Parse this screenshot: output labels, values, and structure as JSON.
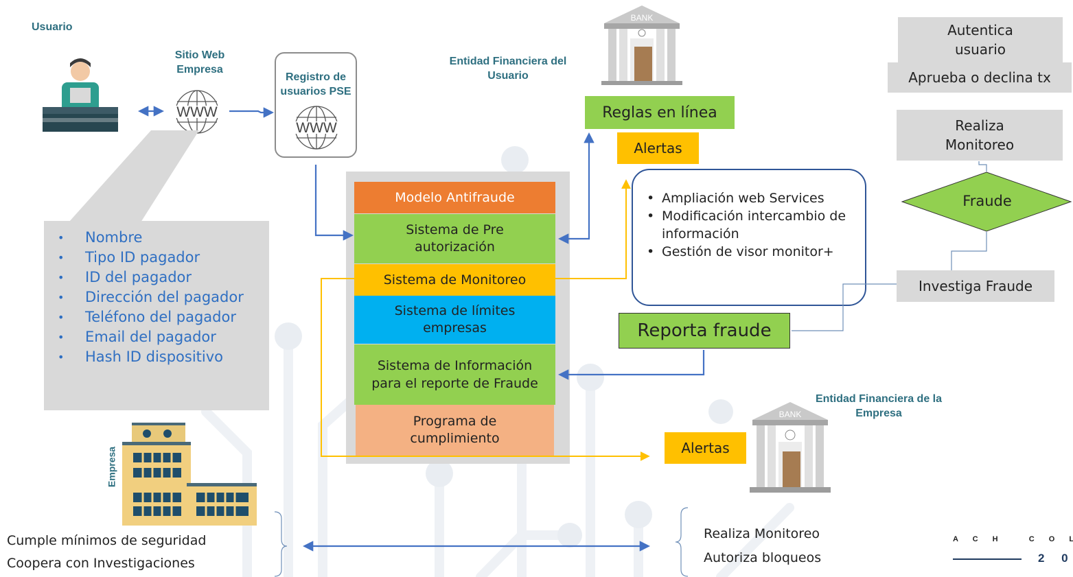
{
  "headers": {
    "usuario": "Usuario",
    "sitio_web": "Sitio Web Empresa",
    "registro": "Registro de usuarios PSE",
    "entidad_usuario": "Entidad Financiera del Usuario",
    "entidad_empresa": "Entidad Financiera de la Empresa",
    "empresa": "Empresa"
  },
  "icons": {
    "www_label": "WWW",
    "bank_label": "BANK"
  },
  "payer_fields": [
    "Nombre",
    "Tipo ID pagador",
    "ID del pagador",
    "Dirección del pagador",
    "Teléfono del pagador",
    "Email del pagador",
    "Hash ID dispositivo"
  ],
  "antifraud": {
    "modelo": "Modelo Antifraude",
    "pre_autorizacion": "Sistema de Pre autorización",
    "monitoreo": "Sistema de Monitoreo",
    "limites": "Sistema de límites empresas",
    "informacion": "Sistema de Información para el reporte de Fraude",
    "cumplimiento": "Programa de cumplimiento"
  },
  "bank_user": {
    "reglas": "Reglas en línea",
    "alertas": "Alertas"
  },
  "services": [
    "Ampliación web Services",
    "Modificación intercambio de información",
    "Gestión de visor monitor+"
  ],
  "reporta_fraude": "Reporta fraude",
  "alertas_empresa": "Alertas",
  "flow": {
    "autentica": "Autentica usuario",
    "aprueba": "Aprueba o declina tx",
    "realiza_monitoreo": "Realiza Monitoreo",
    "fraude": "Fraude",
    "investiga": "Investiga Fraude"
  },
  "bottom_left": [
    "Cumple mínimos de seguridad",
    "Coopera con Investigaciones"
  ],
  "bottom_right": [
    "Realiza Monitoreo",
    "Autoriza bloqueos"
  ],
  "brand": {
    "text": "A C H   C O L O",
    "year": "2 0"
  },
  "colors": {
    "orange": "#ed7d31",
    "green": "#92d050",
    "yellow": "#ffc000",
    "cyan": "#00b0f0",
    "salmon": "#f4b183",
    "grey": "#d9d9d9",
    "blue_line": "#4472c4",
    "teal_text": "#2e6f80",
    "field_text": "#2f6fc2"
  }
}
